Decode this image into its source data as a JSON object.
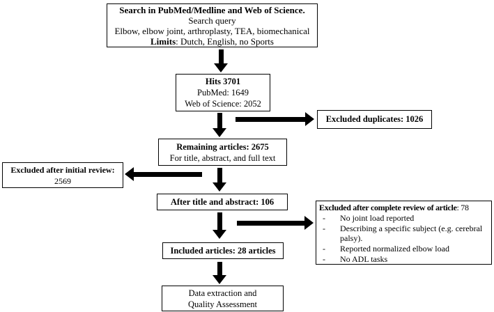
{
  "colors": {
    "background": "#ffffff",
    "box_border": "#000000",
    "text": "#000000",
    "arrow": "#000000"
  },
  "bullet_char": "-",
  "boxes": {
    "search": {
      "title": "Search in PubMed/Medline and Web of Science.",
      "line2": "Search query",
      "line3": "Elbow, elbow joint, arthroplasty, TEA, biomechanical",
      "limits_label": "Limits",
      "limits_rest": ": Dutch, English,  no Sports"
    },
    "hits": {
      "title": "Hits 3701",
      "line2": "PubMed: 1649",
      "line3": "Web of Science: 2052"
    },
    "excluded_duplicates": {
      "title": "Excluded duplicates: 1026"
    },
    "remaining": {
      "title": "Remaining articles: 2675",
      "line2": "For title, abstract, and full text"
    },
    "excluded_initial": {
      "title": "Excluded after initial review:",
      "count": "2569"
    },
    "after_title": {
      "title": "After title and abstract: 106"
    },
    "excluded_complete": {
      "title_bold": "Excluded after complete review of article",
      "title_rest": ": 78",
      "items": [
        "No joint load reported",
        "Describing a specific subject (e.g. cerebral palsy).",
        "Reported normalized elbow load",
        "No ADL tasks"
      ]
    },
    "included": {
      "title": "Included articles: 28 articles"
    },
    "data_extraction": {
      "line1": "Data extraction and",
      "line2": "Quality Assessment"
    }
  }
}
